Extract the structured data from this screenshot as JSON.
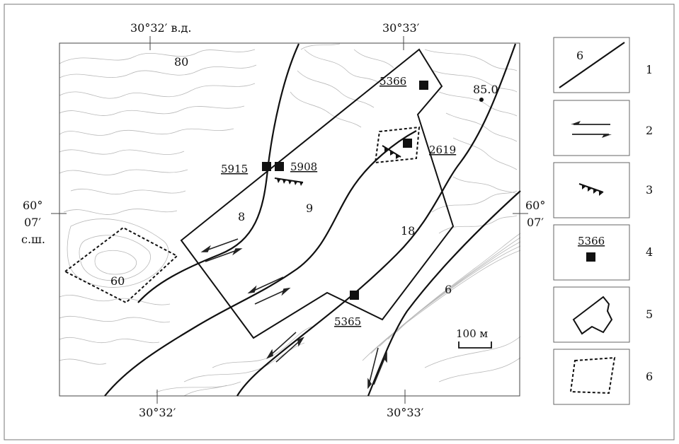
{
  "coords": {
    "top_left": "30°32′ в.д.",
    "top_right": "30°33′",
    "bottom_left": "30°32′",
    "bottom_right": "30°33′",
    "left_lat_1": "60°",
    "left_lat_2": "07′",
    "left_lat_3": "с.ш.",
    "right_lat_1": "60°",
    "right_lat_2": "07′"
  },
  "map": {
    "contour_80": "80",
    "contour_60": "60",
    "elevation_point": "85.0",
    "block_8": "8",
    "block_9": "9",
    "block_18": "18",
    "block_6": "6",
    "site_5366": "5366",
    "site_5915": "5915",
    "site_5908": "5908",
    "site_2619": "2619",
    "site_5365": "5365",
    "scale": "100 м"
  },
  "legend": {
    "items": [
      {
        "num": "1",
        "text": "6"
      },
      {
        "num": "2",
        "text": ""
      },
      {
        "num": "3",
        "text": ""
      },
      {
        "num": "4",
        "text": "5366"
      },
      {
        "num": "5",
        "text": ""
      },
      {
        "num": "6",
        "text": ""
      }
    ]
  },
  "colors": {
    "ink": "#111111",
    "contour": "#b8b8b8",
    "frame": "#444444"
  }
}
